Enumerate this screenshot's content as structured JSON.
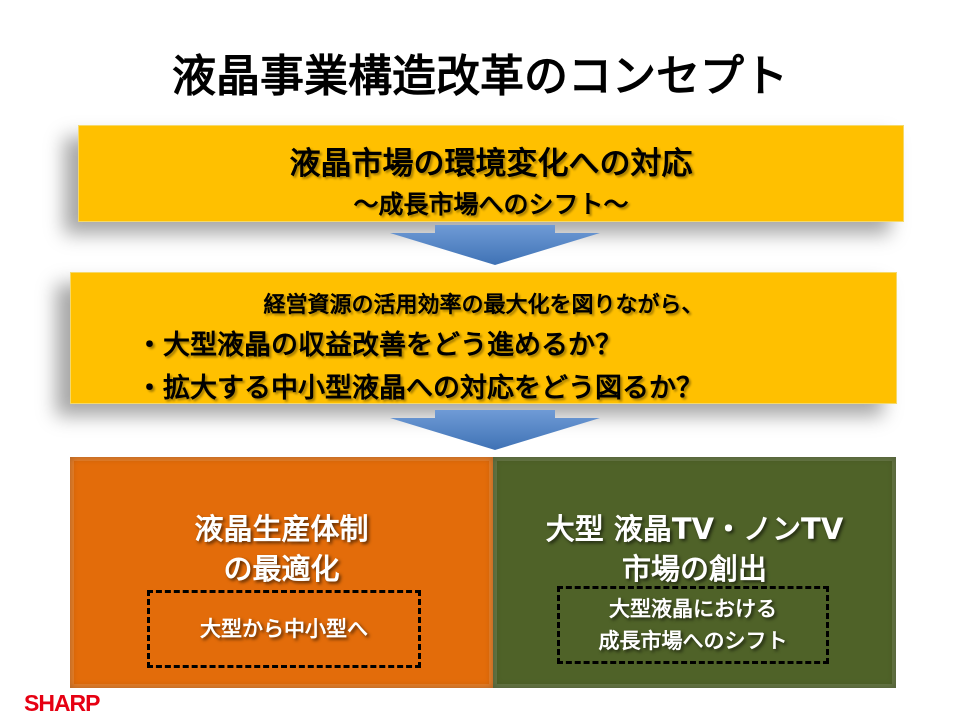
{
  "title": "液晶事業構造改革のコンセプト",
  "box1": {
    "line1": "液晶市場の環境変化への対応",
    "line2": "～成長市場へのシフト～"
  },
  "box2": {
    "line1": "経営資源の活用効率の最大化を図りながら、",
    "line2": "・大型液晶の収益改善をどう進めるか？",
    "line3": "・拡大する中小型液晶への対応をどう図るか？"
  },
  "left_panel": {
    "title1": "液晶生産体制",
    "title2": "の最適化",
    "note": "大型から中小型へ"
  },
  "right_panel": {
    "title1": "大型 液晶TV・ノンTV",
    "title2": "市場の創出",
    "note1": "大型液晶における",
    "note2": "成長市場へのシフト"
  },
  "logo": "SHARP",
  "colors": {
    "yellow": "#ffc000",
    "orange": "#e36c0a",
    "green": "#4f6228",
    "arrow": "#4f81bd",
    "logo": "#e60012"
  }
}
